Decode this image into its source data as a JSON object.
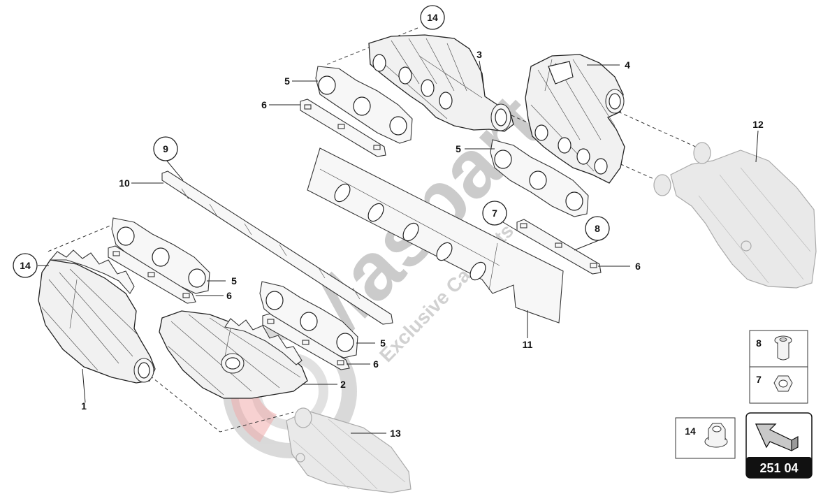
{
  "diagram_code": "251 04",
  "callouts": {
    "c1": "1",
    "c2": "2",
    "c3": "3",
    "c4": "4",
    "c5a": "5",
    "c5b": "5",
    "c5c": "5",
    "c5d": "5",
    "c6a": "6",
    "c6b": "6",
    "c6c": "6",
    "c6d": "6",
    "c7": "7",
    "c8": "8",
    "c9": "9",
    "c10": "10",
    "c11": "11",
    "c12": "12",
    "c13": "13",
    "c14a": "14",
    "c14b": "14"
  },
  "legend": {
    "item8": "8",
    "item7": "7",
    "item14": "14"
  },
  "watermark": {
    "brand": "Maspart",
    "tagline": "Exclusive Car Parts"
  }
}
